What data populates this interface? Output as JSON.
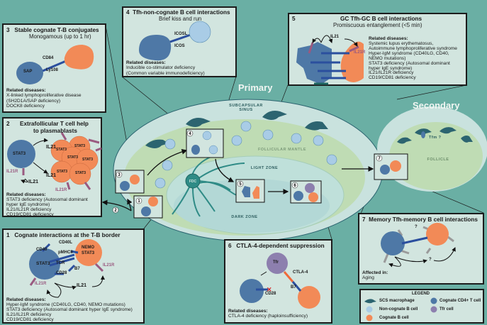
{
  "labels": {
    "primary": "Primary",
    "secondary": "Secondary",
    "subcapsular_sinus_1": "SUBCAPSULAR",
    "subcapsular_sinus_2": "SINUS",
    "follicular_mantle": "FOLLICULAR MANTLE",
    "light_zone": "LIGHT ZONE",
    "dark_zone": "DARK ZONE",
    "fdc": "FDC",
    "follicle": "FOLLICLE",
    "tfm": "Tfm ?",
    "markers": [
      "1",
      "2",
      "3",
      "4",
      "5",
      "6",
      "7"
    ]
  },
  "panel1": {
    "number": "1",
    "title": "Cognate interactions at the T-B border",
    "molecules": {
      "cd40": "CD40",
      "cd40l": "CD40L",
      "pmhcii": "pMHCII",
      "tcr": "TCR",
      "b7": "B7",
      "cd28": "CD28",
      "il21r_t": "IL21R",
      "il21r_b": "IL21R",
      "il21": "IL21",
      "t_cell": "STAT3",
      "b_cell_1": "NEMO",
      "b_cell_2": "STAT3"
    },
    "diseases_heading": "Related diseases:",
    "diseases": [
      "Hyper-IgM syndrome (CD40LG, CD40, NEMO mutations)",
      "STAT3 deficiency (Autosomal dominant hyper IgE syndrome)",
      "IL21/IL21R deficiency",
      "CD19/CD81 deficiency"
    ]
  },
  "panel2": {
    "number": "2",
    "title_1": "Extrafollicular T cell help",
    "title_2": "to plasmablasts",
    "t_cell": "STAT3",
    "il21_a": "IL21",
    "il21_b": "IL21",
    "il21_c": "IL21",
    "il21r_t": "IL21R",
    "il21r_b": "IL21R",
    "plasmablasts": [
      "STAT3",
      "STAT3",
      "STAT3",
      "STAT3",
      "STAT3",
      "STAT3"
    ],
    "diseases_heading": "Related diseases:",
    "diseases": [
      "STAT3 deficiency (Autosomal dominant",
      "hyper IgE syndrome)",
      "IL21/IL21R deficiency",
      "CD19/CD81 deficiency"
    ]
  },
  "panel3": {
    "number": "3",
    "title": "Stable cognate T-B conjugates",
    "subtitle": "Monogamous (up to 1 hr)",
    "cd84": "CD84",
    "ly108": "Ly108",
    "sap": "SAP",
    "diseases_heading": "Related diseases:",
    "diseases": [
      "X-linked lymphoproliferative disease",
      "(SH2D1A/SAP deficiency)",
      "DOCK8 deficiency"
    ]
  },
  "panel4": {
    "number": "4",
    "title": "Tfh-non-cognate B cell interactions",
    "subtitle": "Brief kiss and run",
    "icosl": "ICOSL",
    "icos": "ICOS",
    "diseases_heading": "Related diseases:",
    "diseases": [
      "Inducible co-stimulator deficiency",
      "(Common variable immunodeficiency)"
    ]
  },
  "panel5": {
    "number": "5",
    "title": "GC Tfh-GC B cell interactions",
    "subtitle": "Promiscuous entanglement (<5 min)",
    "il21": "IL21",
    "il21r": "IL21R",
    "diseases_heading": "Related diseases:",
    "diseases": [
      "Systemic lupus erythematosus,",
      "Autoimmune lymphoproliferative syndrome",
      "Hyper-IgM syndrome (CD40LG, CD40,",
      "NEMO mutations)",
      "STAT3 deficiency (Autosomal dominant",
      "hyper IgE syndrome)",
      "IL21/IL21R deficiency",
      "CD19/CD81 deficiency"
    ]
  },
  "panel6": {
    "number": "6",
    "title": "CTLA-4-dependent suppression",
    "tfr": "Tfr",
    "ctla4": "CTLA-4",
    "b7": "B7",
    "cd28": "CD28",
    "diseases_heading": "Related diseases:",
    "diseases": [
      "CTLA-4 deficiency (haploinsufficiency)"
    ]
  },
  "panel7": {
    "number": "7",
    "title": "Memory Tfh-memory B cell interactions",
    "q1": "?",
    "q2": "?",
    "affected_heading": "Affected in:",
    "affected": "Aging"
  },
  "legend": {
    "title": "LEGEND",
    "items": [
      {
        "label": "SCS macrophage",
        "color": "#2c6470"
      },
      {
        "label": "Cognate CD4+ T cell",
        "color": "#4e78a6"
      },
      {
        "label": "Non-cognate B cell",
        "color": "#a9cce6"
      },
      {
        "label": "Tfr cell",
        "color": "#8d7fae"
      },
      {
        "label": "Cognate B cell",
        "color": "#f28a57"
      }
    ]
  },
  "colors": {
    "background": "#6aafa4",
    "panel": "#d2e5df",
    "t_cell": "#4e78a6",
    "cognate_b": "#f28a57",
    "noncognate_b": "#a9cce6",
    "tfr": "#8d7fae",
    "macrophage": "#2c6470",
    "receptor": "#2b4f9e",
    "il21r": "#9a5a80"
  }
}
